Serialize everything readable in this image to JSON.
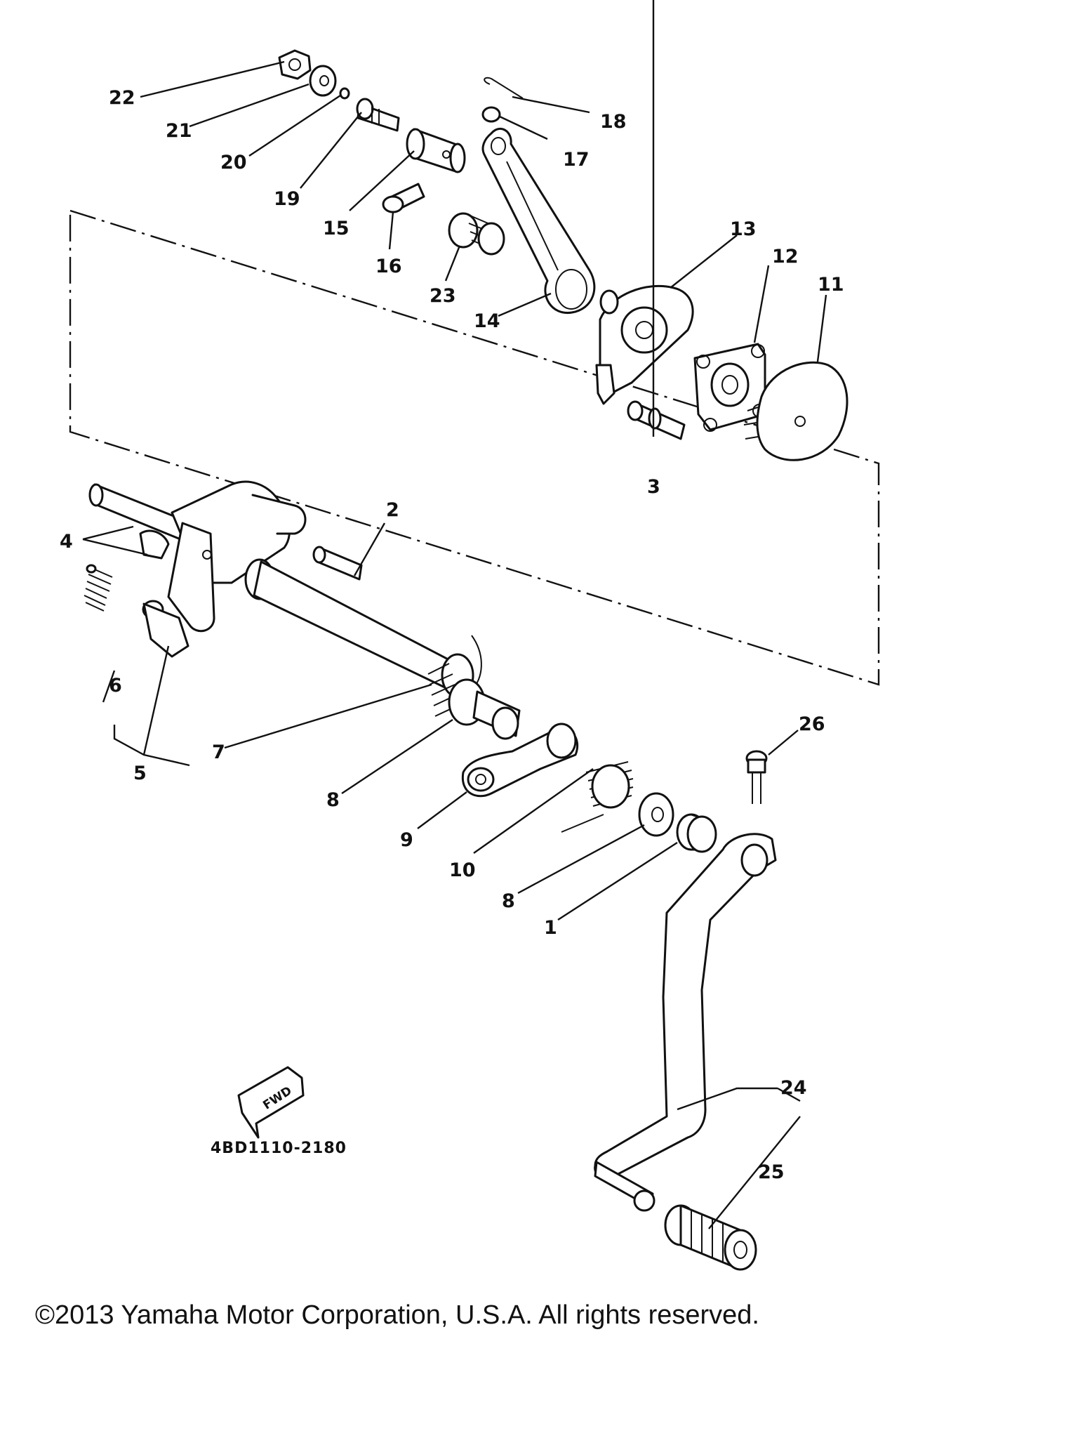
{
  "diagram": {
    "callouts": [
      "1",
      "2",
      "3",
      "4",
      "5",
      "6",
      "7",
      "8",
      "8",
      "9",
      "10",
      "11",
      "12",
      "13",
      "14",
      "15",
      "16",
      "17",
      "18",
      "19",
      "20",
      "21",
      "22",
      "23",
      "24",
      "25",
      "26"
    ],
    "direction_badge": "FWD",
    "drawing_code": "4BD1110-2180"
  },
  "footer": {
    "copyright": "©2013 Yamaha Motor Corporation, U.S.A. All rights reserved."
  }
}
